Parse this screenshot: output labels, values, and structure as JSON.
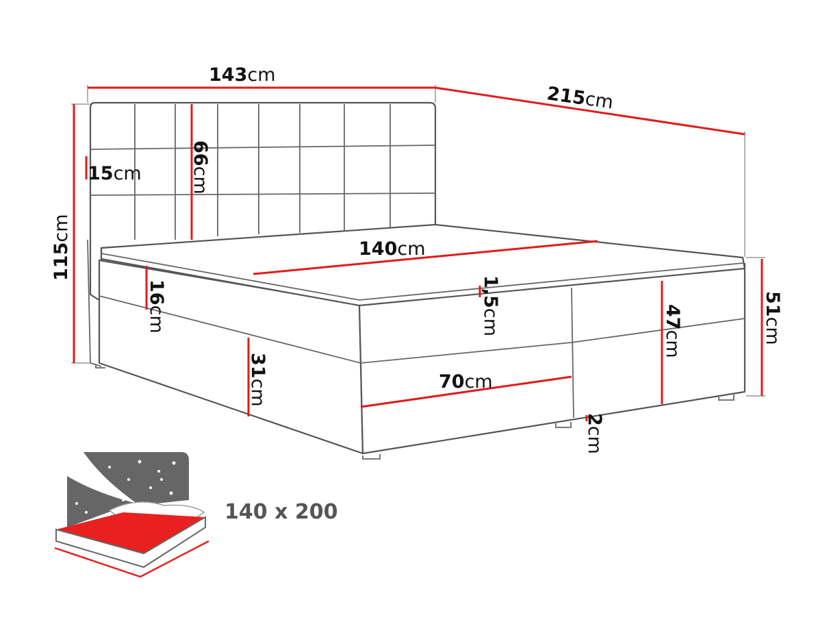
{
  "dimensions": {
    "unit": "cm",
    "width_total": "143",
    "length_total": "215",
    "height_total": "115",
    "headboard_height": "66",
    "headboard_thickness": "15",
    "mattress_width": "140",
    "mattress_height": "16",
    "topper_height": "1,5",
    "base_height": "47",
    "side_height": "51",
    "drawer_height": "31",
    "drawer_width": "70",
    "leg_height": "2"
  },
  "mattress_size_label": "140 x 200",
  "colors": {
    "dimension_line": "#e11b1b",
    "outline": "#555555",
    "icon_gray": "#666666"
  }
}
